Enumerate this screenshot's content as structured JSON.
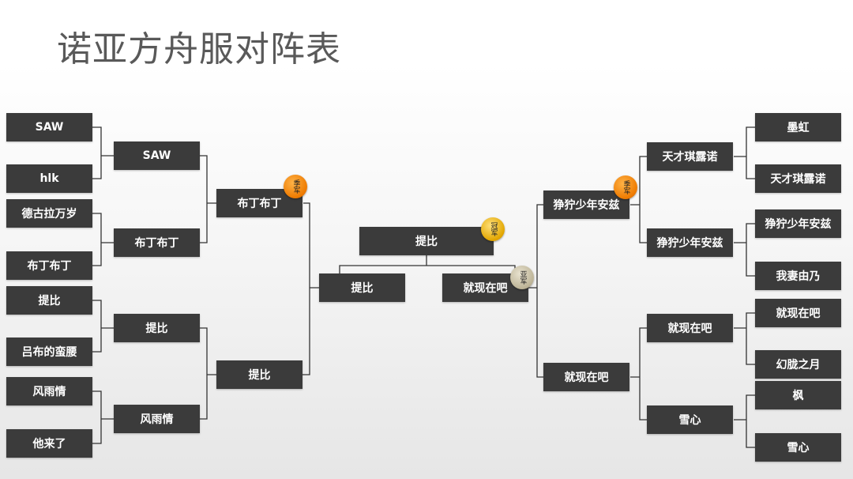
{
  "title": "诺亚方舟服对阵表",
  "medals": {
    "champion": "冠军",
    "runner_up": "亚军",
    "third_left": "季军",
    "third_right": "季军"
  },
  "left": {
    "round1": [
      "SAW",
      "hlk",
      "德古拉万岁",
      "布丁布丁",
      "提比",
      "吕布的蛮腰",
      "风雨情",
      "他来了"
    ],
    "round2": [
      "SAW",
      "布丁布丁",
      "提比",
      "风雨情"
    ],
    "round3": [
      "布丁布丁",
      "提比"
    ],
    "finalist": "提比"
  },
  "right": {
    "round1": [
      "墨虹",
      "天才琪露诺",
      "狰狞少年安兹",
      "我妻由乃",
      "就现在吧",
      "幻胧之月",
      "枫",
      "雪心"
    ],
    "round2": [
      "天才琪露诺",
      "狰狞少年安兹",
      "就现在吧",
      "雪心"
    ],
    "round3": [
      "狰狞少年安兹",
      "就现在吧"
    ],
    "finalist": "就现在吧"
  },
  "champion": "提比"
}
